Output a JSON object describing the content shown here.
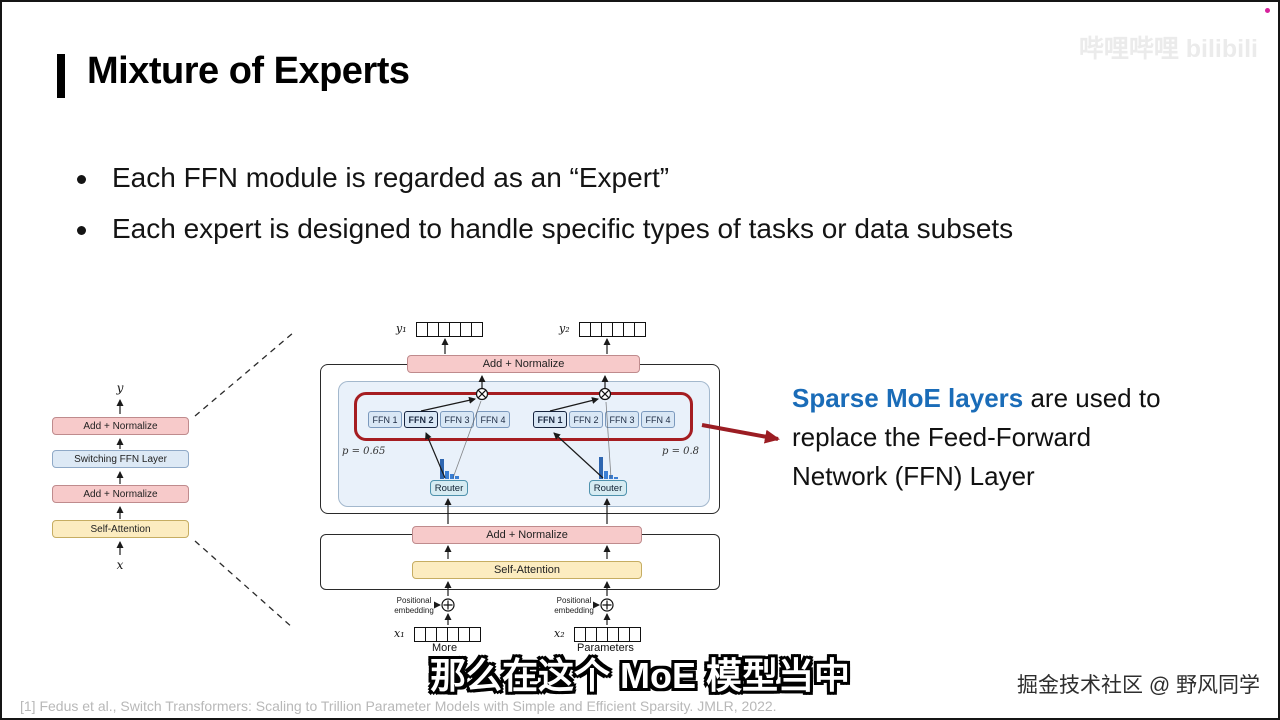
{
  "slide": {
    "title": "Mixture of Experts",
    "bullets": [
      "Each FFN module is regarded as an “Expert”",
      "Each expert is designed to handle specific types of tasks or data subsets"
    ],
    "subtitle": "那么在这个 MoE 模型当中",
    "citation": "[1] Fedus et al., Switch Transformers: Scaling to Trillion Parameter Models with Simple and Efficient Sparsity. JMLR, 2022.",
    "watermark_right": "掘金技术社区 @ 野风同学",
    "watermark_bilibili": "哔哩哔哩 bilibili"
  },
  "annotation": {
    "highlight": "Sparse MoE layers",
    "line1_rest": " are used to",
    "line2": "replace the Feed-Forward",
    "line3": "Network (FFN) Layer"
  },
  "mini_diagram": {
    "output_label": "y",
    "input_label": "x",
    "layers": [
      "Add + Normalize",
      "Switching FFN Layer",
      "Add + Normalize",
      "Self-Attention"
    ]
  },
  "main_diagram": {
    "add_normalize": "Add + Normalize",
    "self_attention": "Self-Attention",
    "router": "Router",
    "positional_line1": "Positional",
    "positional_line2": "embedding",
    "p_left": "p = 0.65",
    "p_right": "p = 0.8",
    "y1": "y₁",
    "y2": "y₂",
    "x1": "x₁",
    "x2": "x₂",
    "caption_left": "More",
    "caption_right": "Parameters",
    "ffn_group1": [
      "FFN 1",
      "FFN 2",
      "FFN 3",
      "FFN 4"
    ],
    "ffn_group2": [
      "FFN 1",
      "FFN 2",
      "FFN 3",
      "FFN 4"
    ]
  },
  "colors": {
    "add_normalize_fill": "#f7caca",
    "self_attention_fill": "#fcecc0",
    "ffn_fill": "#d9e7f5",
    "moe_inner_fill": "#e9f1fa",
    "highlight_box": "#a51d21",
    "annotation_blue": "#1a6cb8",
    "arrow_red": "#9b1d23"
  }
}
